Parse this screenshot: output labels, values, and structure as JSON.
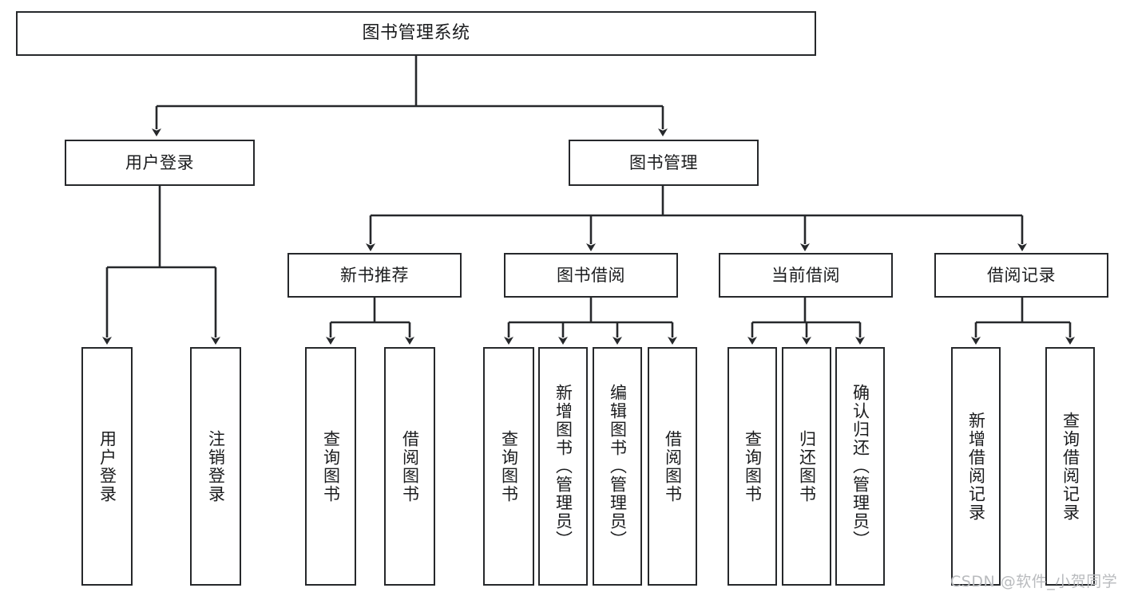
{
  "diagram": {
    "title": "图书管理系统",
    "type": "tree-hierarchy-diagram",
    "line_color": "#26282b",
    "box_fill": "#ffffff",
    "text_color": "#1b1c1e",
    "levels": [
      {
        "level": 0,
        "nodes": [
          {
            "id": "root",
            "label": "图书管理系统",
            "orientation": "horizontal"
          }
        ]
      },
      {
        "level": 1,
        "nodes": [
          {
            "id": "user-login",
            "label": "用户登录",
            "orientation": "horizontal"
          },
          {
            "id": "book-management",
            "label": "图书管理",
            "orientation": "horizontal"
          }
        ]
      },
      {
        "level": 2,
        "nodes": [
          {
            "id": "new-book-recommend",
            "label": "新书推荐",
            "orientation": "horizontal"
          },
          {
            "id": "book-borrow",
            "label": "图书借阅",
            "orientation": "horizontal"
          },
          {
            "id": "current-borrow",
            "label": "当前借阅",
            "orientation": "horizontal"
          },
          {
            "id": "borrow-record",
            "label": "借阅记录",
            "orientation": "horizontal"
          }
        ]
      },
      {
        "level": 3,
        "nodes": [
          {
            "id": "leaf-user-login",
            "label": "用户登录",
            "orientation": "vertical",
            "parent": "user-login"
          },
          {
            "id": "leaf-user-logout",
            "label": "注销登录",
            "orientation": "vertical",
            "parent": "user-login"
          },
          {
            "id": "leaf-query-book-1",
            "label": "查询图书",
            "orientation": "vertical",
            "parent": "new-book-recommend"
          },
          {
            "id": "leaf-borrow-book-1",
            "label": "借阅图书",
            "orientation": "vertical",
            "parent": "new-book-recommend"
          },
          {
            "id": "leaf-query-book-2",
            "label": "查询图书",
            "orientation": "vertical",
            "parent": "book-borrow"
          },
          {
            "id": "leaf-add-book",
            "label": "新增图书（管理员）",
            "orientation": "vertical",
            "parent": "book-borrow"
          },
          {
            "id": "leaf-edit-book",
            "label": "编辑图书（管理员）",
            "orientation": "vertical",
            "parent": "book-borrow"
          },
          {
            "id": "leaf-borrow-book-2",
            "label": "借阅图书",
            "orientation": "vertical",
            "parent": "book-borrow"
          },
          {
            "id": "leaf-query-book-3",
            "label": "查询图书",
            "orientation": "vertical",
            "parent": "current-borrow"
          },
          {
            "id": "leaf-return-book",
            "label": "归还图书",
            "orientation": "vertical",
            "parent": "current-borrow"
          },
          {
            "id": "leaf-confirm-return",
            "label": "确认归还（管理员）",
            "orientation": "vertical",
            "parent": "current-borrow"
          },
          {
            "id": "leaf-add-record",
            "label": "新增借阅记录",
            "orientation": "vertical",
            "parent": "borrow-record"
          },
          {
            "id": "leaf-query-record",
            "label": "查询借阅记录",
            "orientation": "vertical",
            "parent": "borrow-record"
          }
        ]
      }
    ]
  },
  "watermark": {
    "text": "CSDN @软件_小贺同学",
    "color": "#b9bbbe"
  }
}
